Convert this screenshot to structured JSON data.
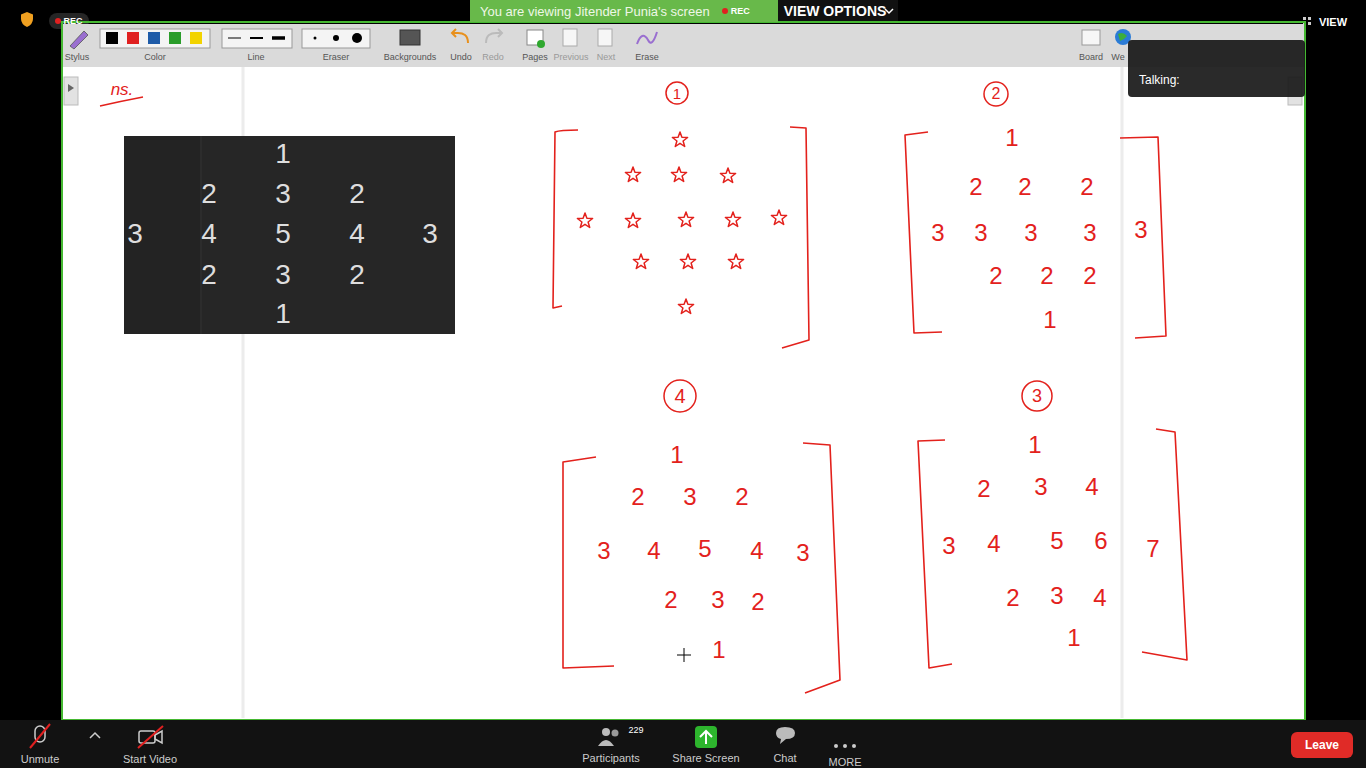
{
  "diagram": {
    "nodes": [
      {
        "text": [
          "You are viewing Jitender Punia's screen",
          "REC"
        ]
      },
      {
        "text": [
          "Talking:"
        ]
      },
      {
        "text": [
          "1",
          "2",
          "3",
          "2",
          "3",
          "4",
          "5",
          "4",
          "3",
          "2",
          "3",
          "2",
          "1"
        ]
      },
      {
        "text": [
          "1"
        ]
      },
      {
        "text": [
          "2"
        ]
      },
      {
        "text": [
          "4"
        ]
      },
      {
        "text": [
          "3"
        ]
      },
      {
        "text": [
          "Leave"
        ]
      }
    ],
    "labels": [
      "REC",
      "VIEW OPTIONS",
      "VIEW",
      "Stylus",
      "Color",
      "Line",
      "Eraser",
      "Backgrounds",
      "Undo",
      "Redo",
      "Pages",
      "Previous",
      "Next",
      "Erase",
      "Board",
      "We",
      "ns.",
      "1",
      "2",
      "2",
      "2",
      "3",
      "3",
      "3",
      "3",
      "3",
      "2",
      "2",
      "2",
      "1",
      "1",
      "2",
      "3",
      "2",
      "3",
      "4",
      "5",
      "4",
      "3",
      "2",
      "3",
      "2",
      "1",
      "1",
      "2",
      "3",
      "4",
      "3",
      "4",
      "5",
      "6",
      "7",
      "2",
      "3",
      "4",
      "1",
      "Unmute",
      "Start Video",
      "229",
      "Participants",
      "Share Screen",
      "Chat",
      "MORE"
    ]
  }
}
